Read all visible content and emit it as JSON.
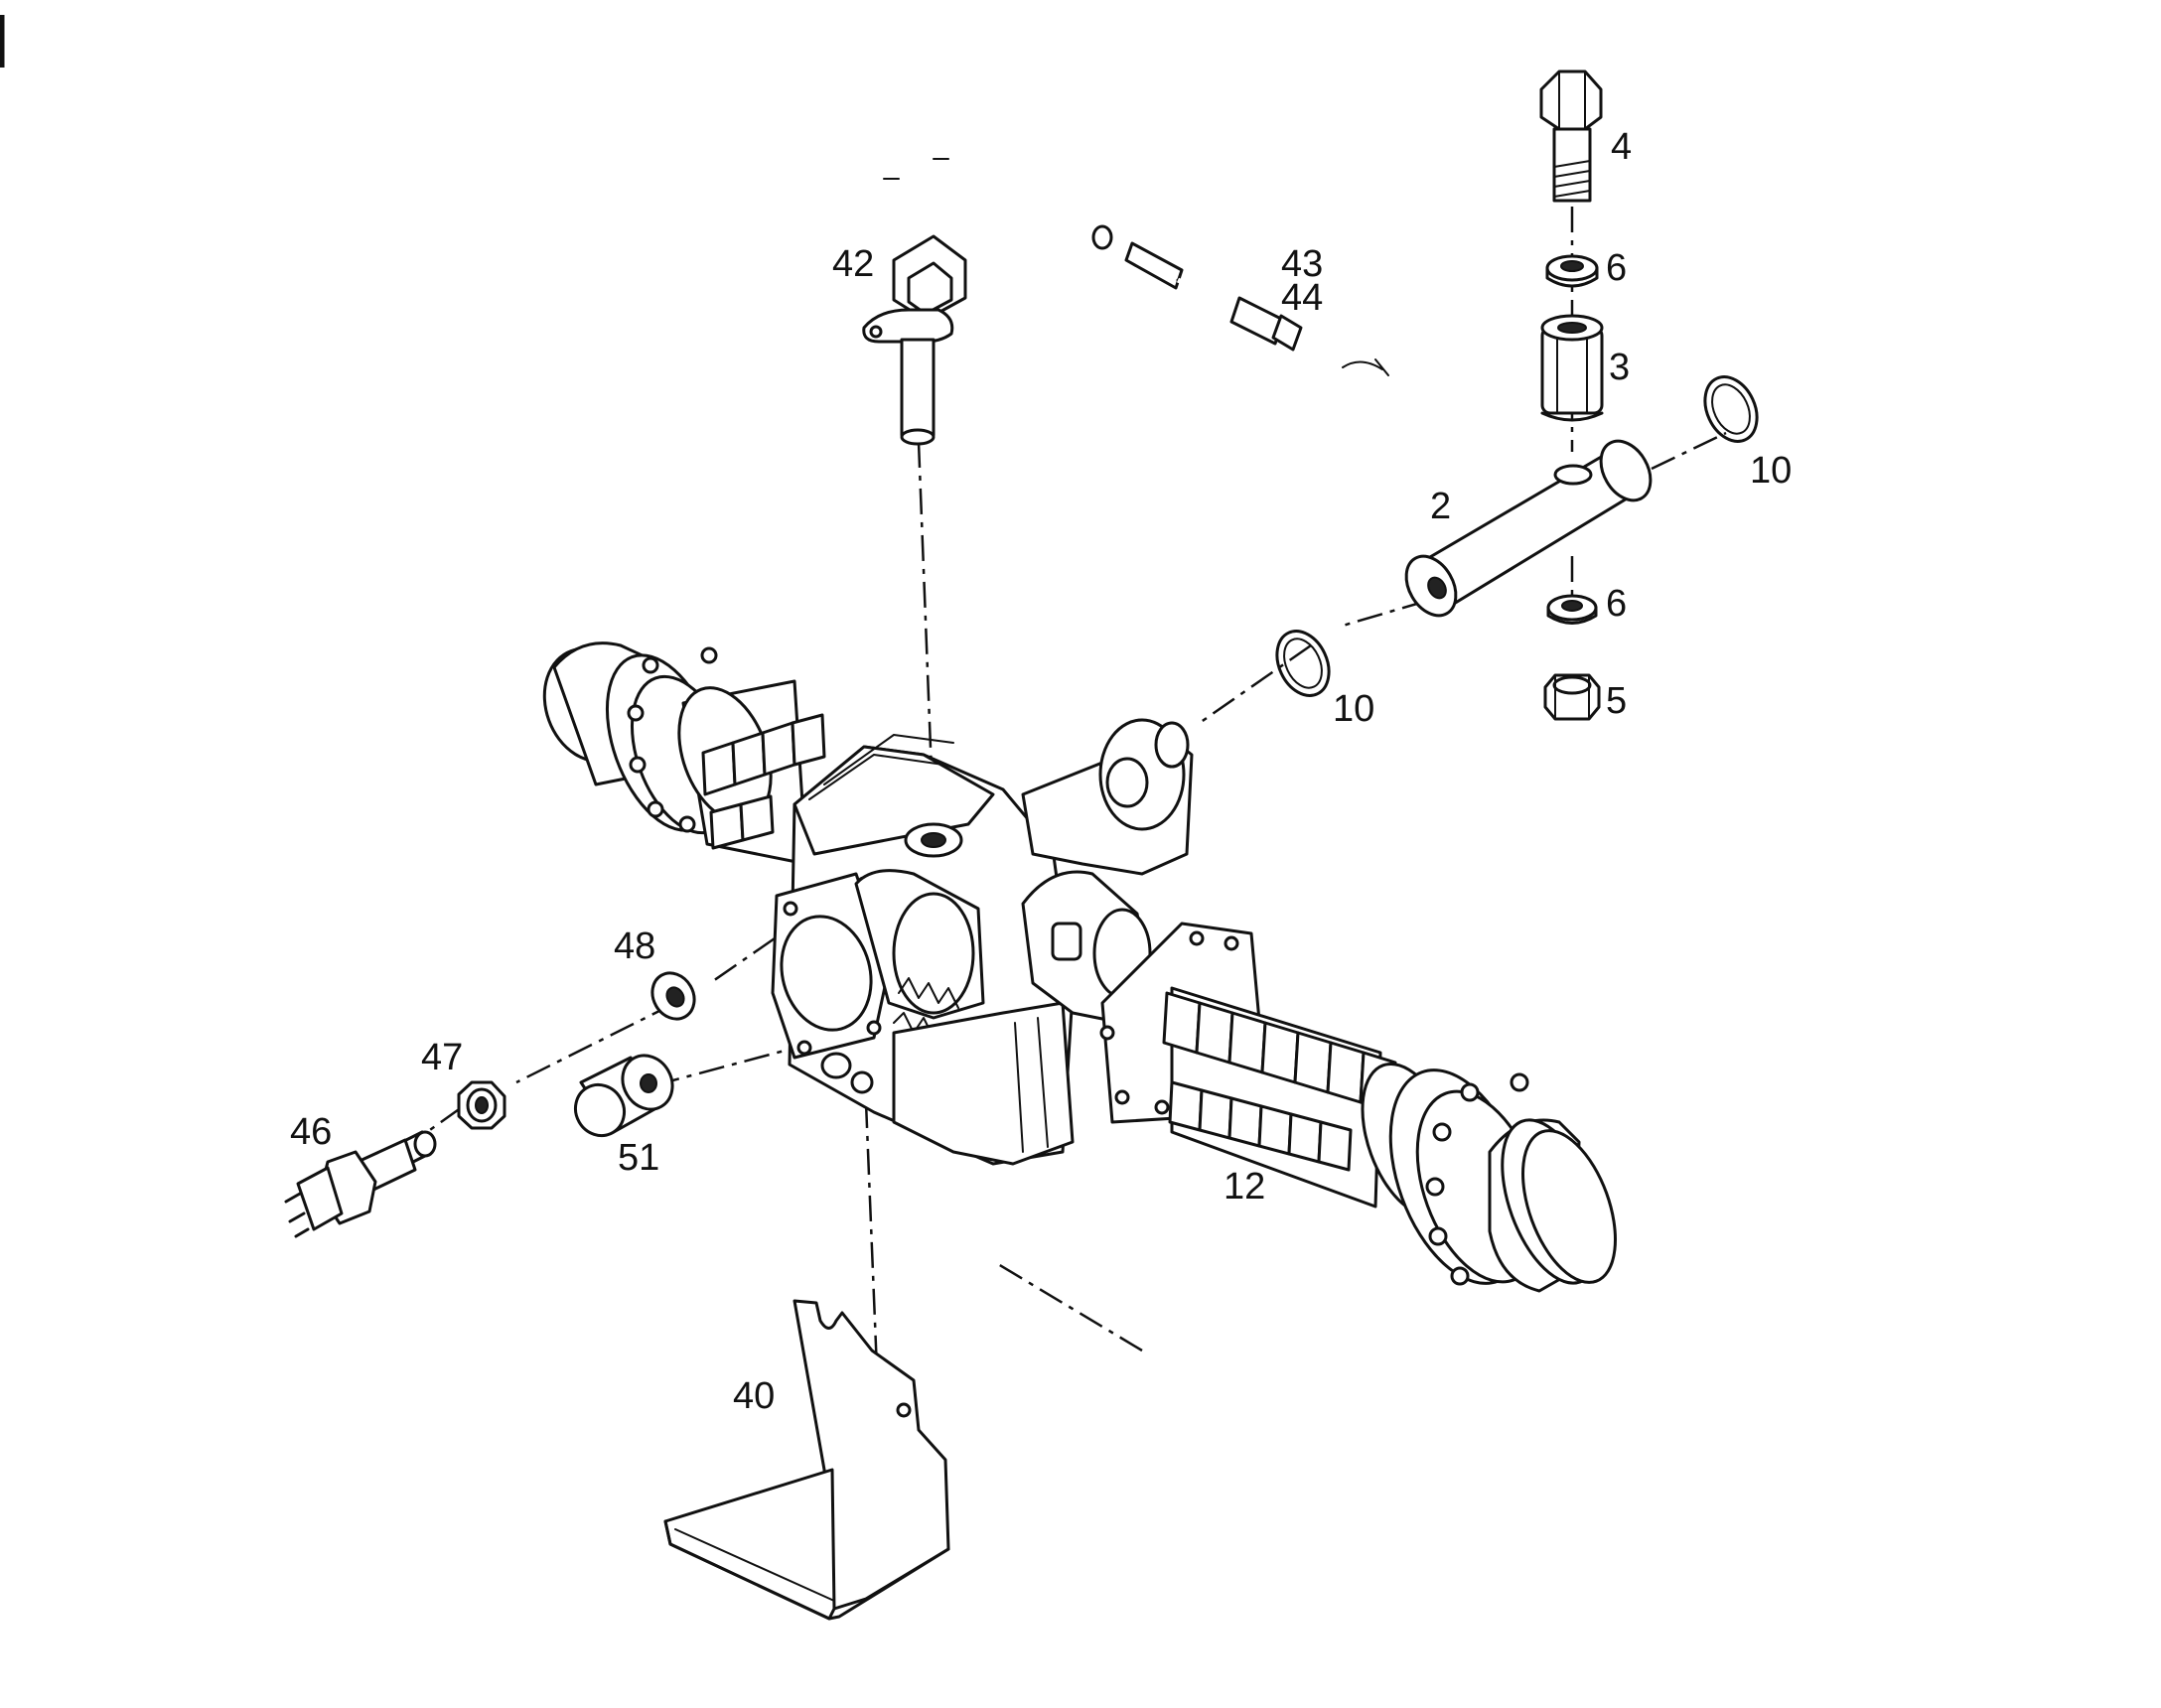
{
  "diagram": {
    "callouts": {
      "n2": "2",
      "n3": "3",
      "n4": "4",
      "n5": "5",
      "n6a": "6",
      "n6b": "6",
      "n10a": "10",
      "n10b": "10",
      "n12": "12",
      "n40": "40",
      "n42": "42",
      "n43": "43",
      "n44": "44",
      "n46": "46",
      "n47": "47",
      "n48": "48",
      "n51": "51"
    },
    "parts": [
      "bolt",
      "washer",
      "bushing",
      "pivot-pin",
      "nut",
      "o-ring",
      "axle-assembly",
      "guard-plate",
      "speed-sensor",
      "cable-connector",
      "pressure-switch",
      "lock-nut",
      "seal-ring",
      "cap"
    ],
    "line_color": "#111111",
    "background": "#ffffff"
  }
}
